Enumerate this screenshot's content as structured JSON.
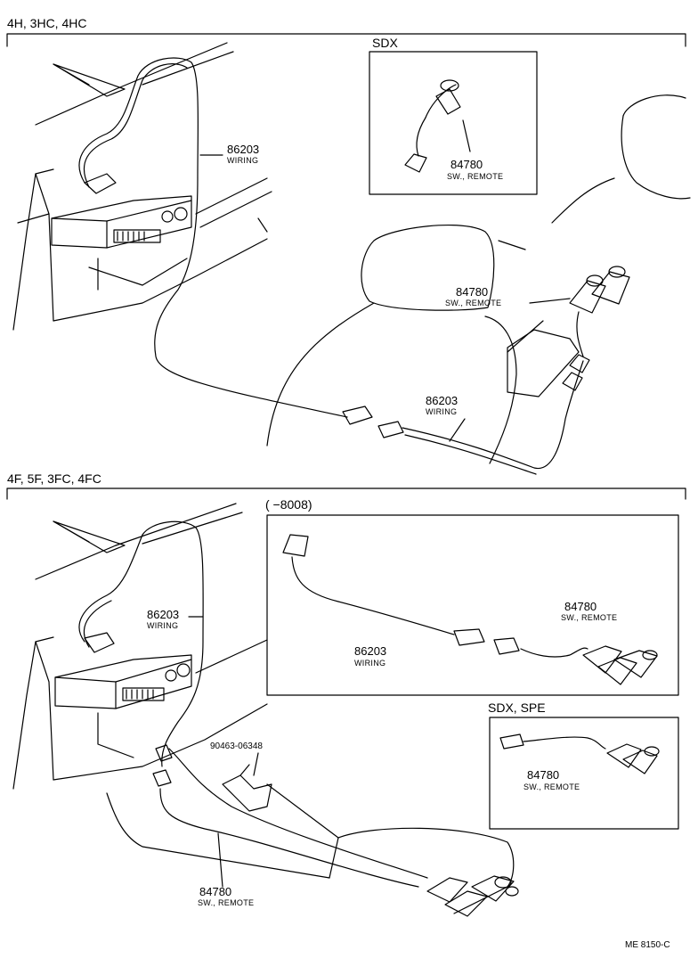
{
  "section_top": {
    "heading": "4H, 3HC, 4HC",
    "inset_sdx": {
      "title": "SDX",
      "part_no": "84780",
      "part_desc": "SW., REMOTE"
    },
    "callouts": [
      {
        "part_no": "86203",
        "part_desc": "WIRING"
      },
      {
        "part_no": "84780",
        "part_desc": "SW., REMOTE"
      },
      {
        "part_no": "86203",
        "part_desc": "WIRING"
      }
    ]
  },
  "section_bottom": {
    "heading": "4F, 5F, 3FC, 4FC",
    "inset_range": {
      "title": "(      −8008)",
      "wire_no": "86203",
      "wire_desc": "WIRING",
      "switch_no": "84780",
      "switch_desc": "SW., REMOTE"
    },
    "inset_sdx_spe": {
      "title": "SDX, SPE",
      "part_no": "84780",
      "part_desc": "SW., REMOTE"
    },
    "callouts": [
      {
        "part_no": "86203",
        "part_desc": "WIRING"
      },
      {
        "part_no": "90463-06348",
        "part_desc": ""
      },
      {
        "part_no": "84780",
        "part_desc": "SW., REMOTE"
      }
    ]
  },
  "footer_code": "ME  8150-C"
}
